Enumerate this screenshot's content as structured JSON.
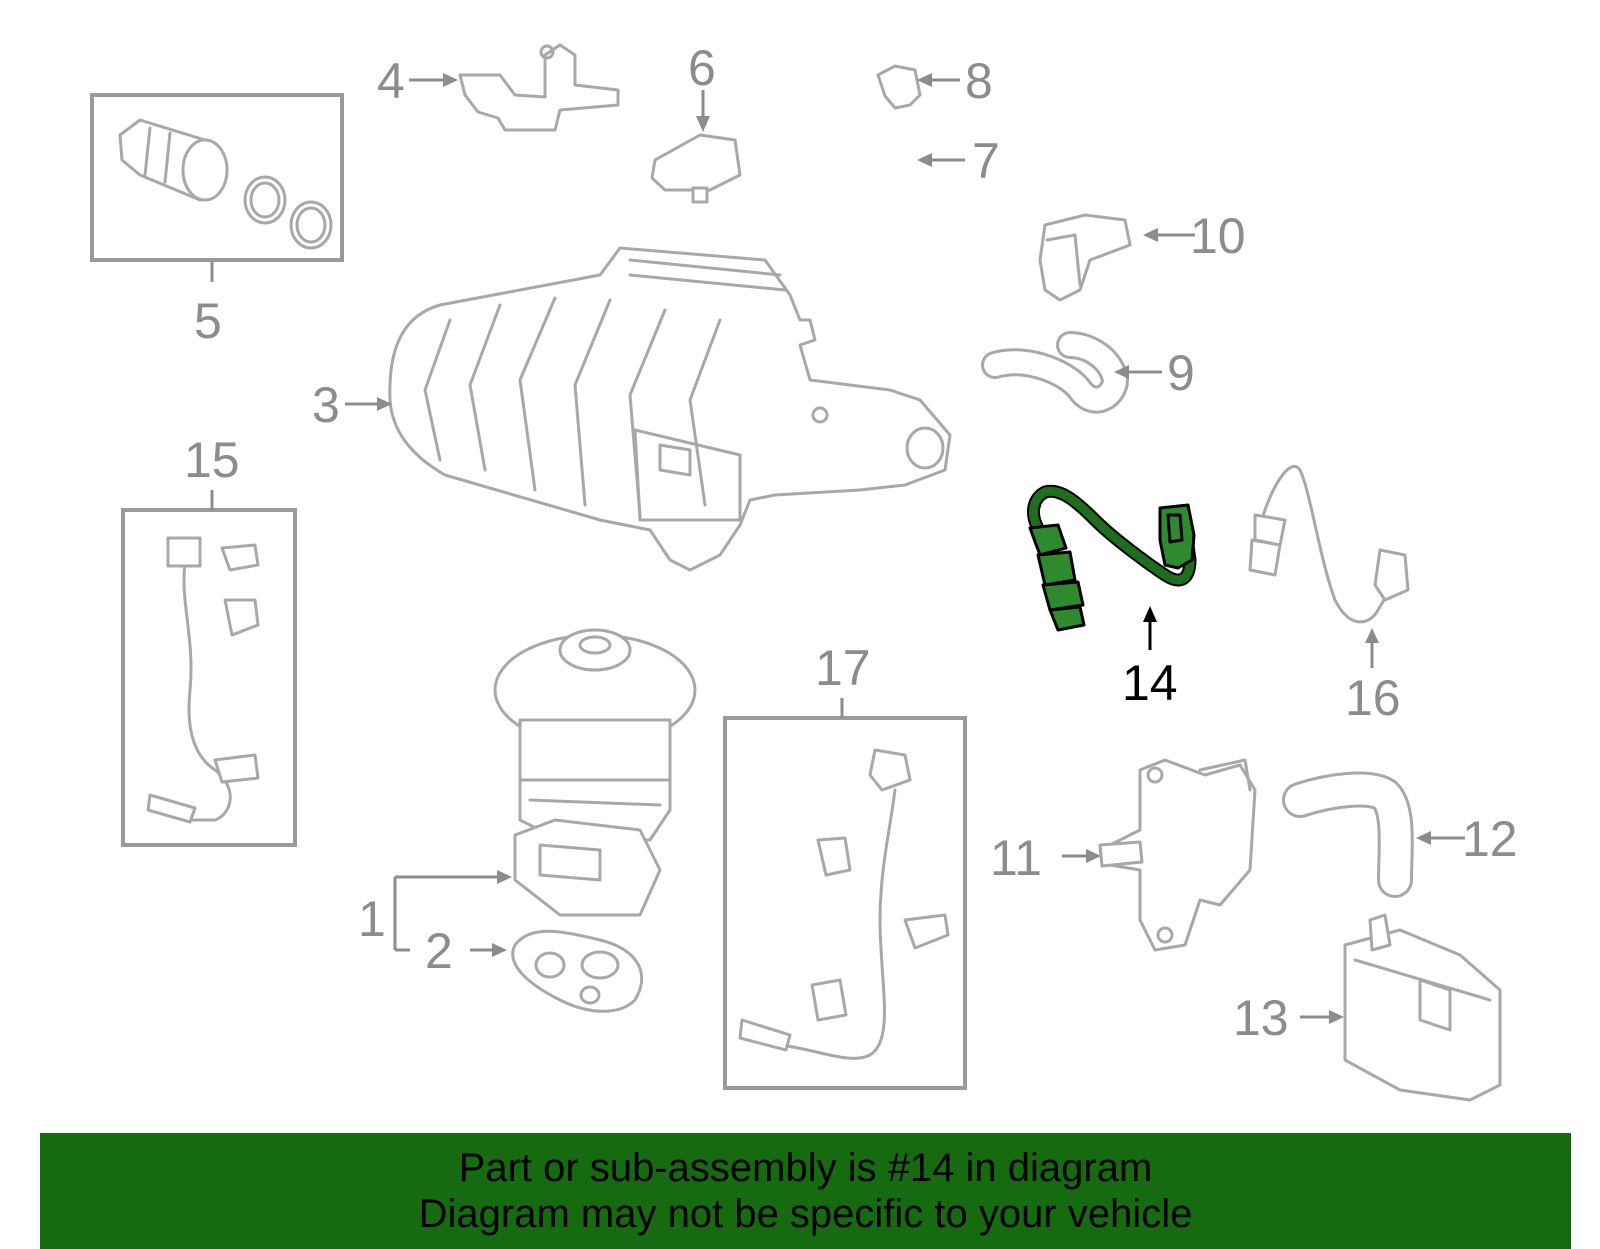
{
  "diagram": {
    "highlight_color": "#2f8a2f",
    "callouts": [
      {
        "id": "1",
        "label": "1"
      },
      {
        "id": "2",
        "label": "2"
      },
      {
        "id": "3",
        "label": "3"
      },
      {
        "id": "4",
        "label": "4"
      },
      {
        "id": "5",
        "label": "5"
      },
      {
        "id": "6",
        "label": "6"
      },
      {
        "id": "7",
        "label": "7"
      },
      {
        "id": "8",
        "label": "8"
      },
      {
        "id": "9",
        "label": "9"
      },
      {
        "id": "10",
        "label": "10"
      },
      {
        "id": "11",
        "label": "11"
      },
      {
        "id": "12",
        "label": "12"
      },
      {
        "id": "13",
        "label": "13"
      },
      {
        "id": "14",
        "label": "14",
        "highlighted": true
      },
      {
        "id": "15",
        "label": "15"
      },
      {
        "id": "16",
        "label": "16"
      },
      {
        "id": "17",
        "label": "17"
      }
    ]
  },
  "banner": {
    "background": "#166b10",
    "line1": "Part or sub-assembly is #14 in diagram",
    "line2": "Diagram may not be specific to your vehicle"
  }
}
